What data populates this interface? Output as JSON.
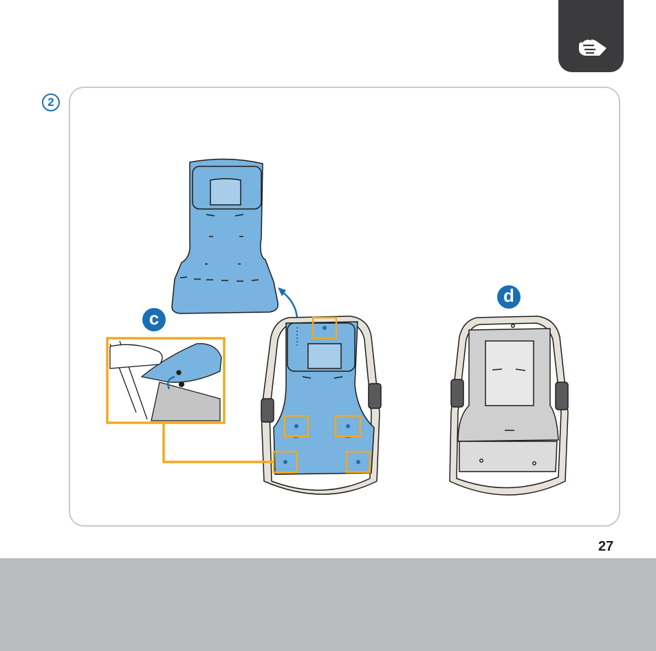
{
  "header": {
    "section_icon": "hand-cleaning-icon"
  },
  "step": {
    "number": "2"
  },
  "callouts": {
    "detail": "c",
    "result": "d"
  },
  "page": {
    "number": "27"
  },
  "colors": {
    "accent_blue": "#1a6fb3",
    "highlight_orange": "#f4a81d",
    "liner_blue": "#79b3df",
    "tab_dark": "#3b3a3c",
    "footer_grey": "#bbbcbe"
  }
}
